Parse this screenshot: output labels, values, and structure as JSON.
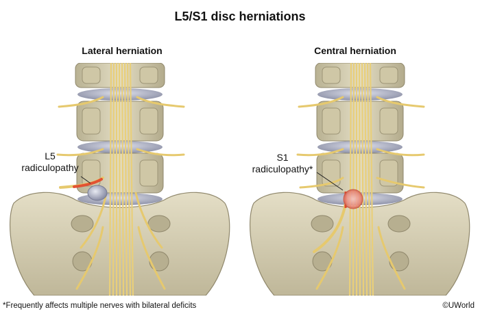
{
  "title": "L5/S1 disc herniations",
  "panels": [
    {
      "heading": "Lateral herniation",
      "label_lines": [
        "L5",
        "radiculopathy"
      ]
    },
    {
      "heading": "Central herniation",
      "label_lines": [
        "S1",
        "radiculopathy*"
      ]
    }
  ],
  "footnote": "*Frequently affects multiple nerves with bilateral deficits",
  "copyright": "©UWorld",
  "colors": {
    "bone": "#d8d2b8",
    "bone_shadow": "#a9a183",
    "disc": "#a9adc2",
    "nerve": "#f0d98a",
    "nerve_edge": "#c9a94d",
    "compression": "#e2452a"
  }
}
